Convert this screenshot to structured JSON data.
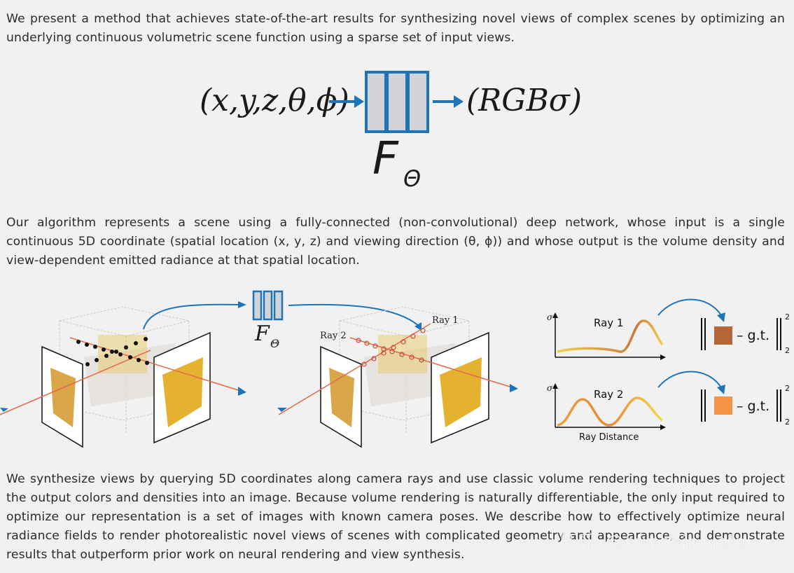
{
  "paragraphs": {
    "intro": "We present a method that achieves state-of-the-art results for synthesizing novel views of complex scenes by optimizing an underlying continuous volumetric scene function using a sparse set of input views.",
    "algorithm": "Our algorithm represents a scene using a fully-connected (non-convolutional) deep network, whose input is a single continuous 5D coordinate (spatial location (x, y, z) and viewing direction (θ, ϕ)) and whose output is the volume density and view-dependent emitted radiance at that spatial location.",
    "synthesis": "We synthesize views by querying 5D coordinates along camera rays and use classic volume rendering techniques to project the output colors and densities into an image. Because volume rendering is naturally differentiable, the only input required to optimize our representation is a set of images with known camera poses. We describe how to effectively optimize neural radiance fields to render photorealistic novel views of scenes with complicated geometry and appearance, and demonstrate results that outperform prior work on neural rendering and view synthesis."
  },
  "figure1": {
    "input": "(x,y,z,θ,ϕ)",
    "output": "(RGBσ)",
    "network_label": "F",
    "network_subscript": "Θ",
    "arrow_color": "#1f74b8",
    "box_fill": "#d2d3d6"
  },
  "figure2": {
    "network_label": "F",
    "network_subscript": "Θ",
    "ray1_label": "Ray 1",
    "ray2_label": "Ray 2",
    "sigma_label": "σ",
    "ray_distance_label": "Ray Distance",
    "loss_gt_label": "– g.t.",
    "loss_power": "2",
    "ray1_swatch_color": "#b5673a",
    "ray2_swatch_color": "#f39447"
  },
  "watermark": "知乎 @sunshinelala"
}
